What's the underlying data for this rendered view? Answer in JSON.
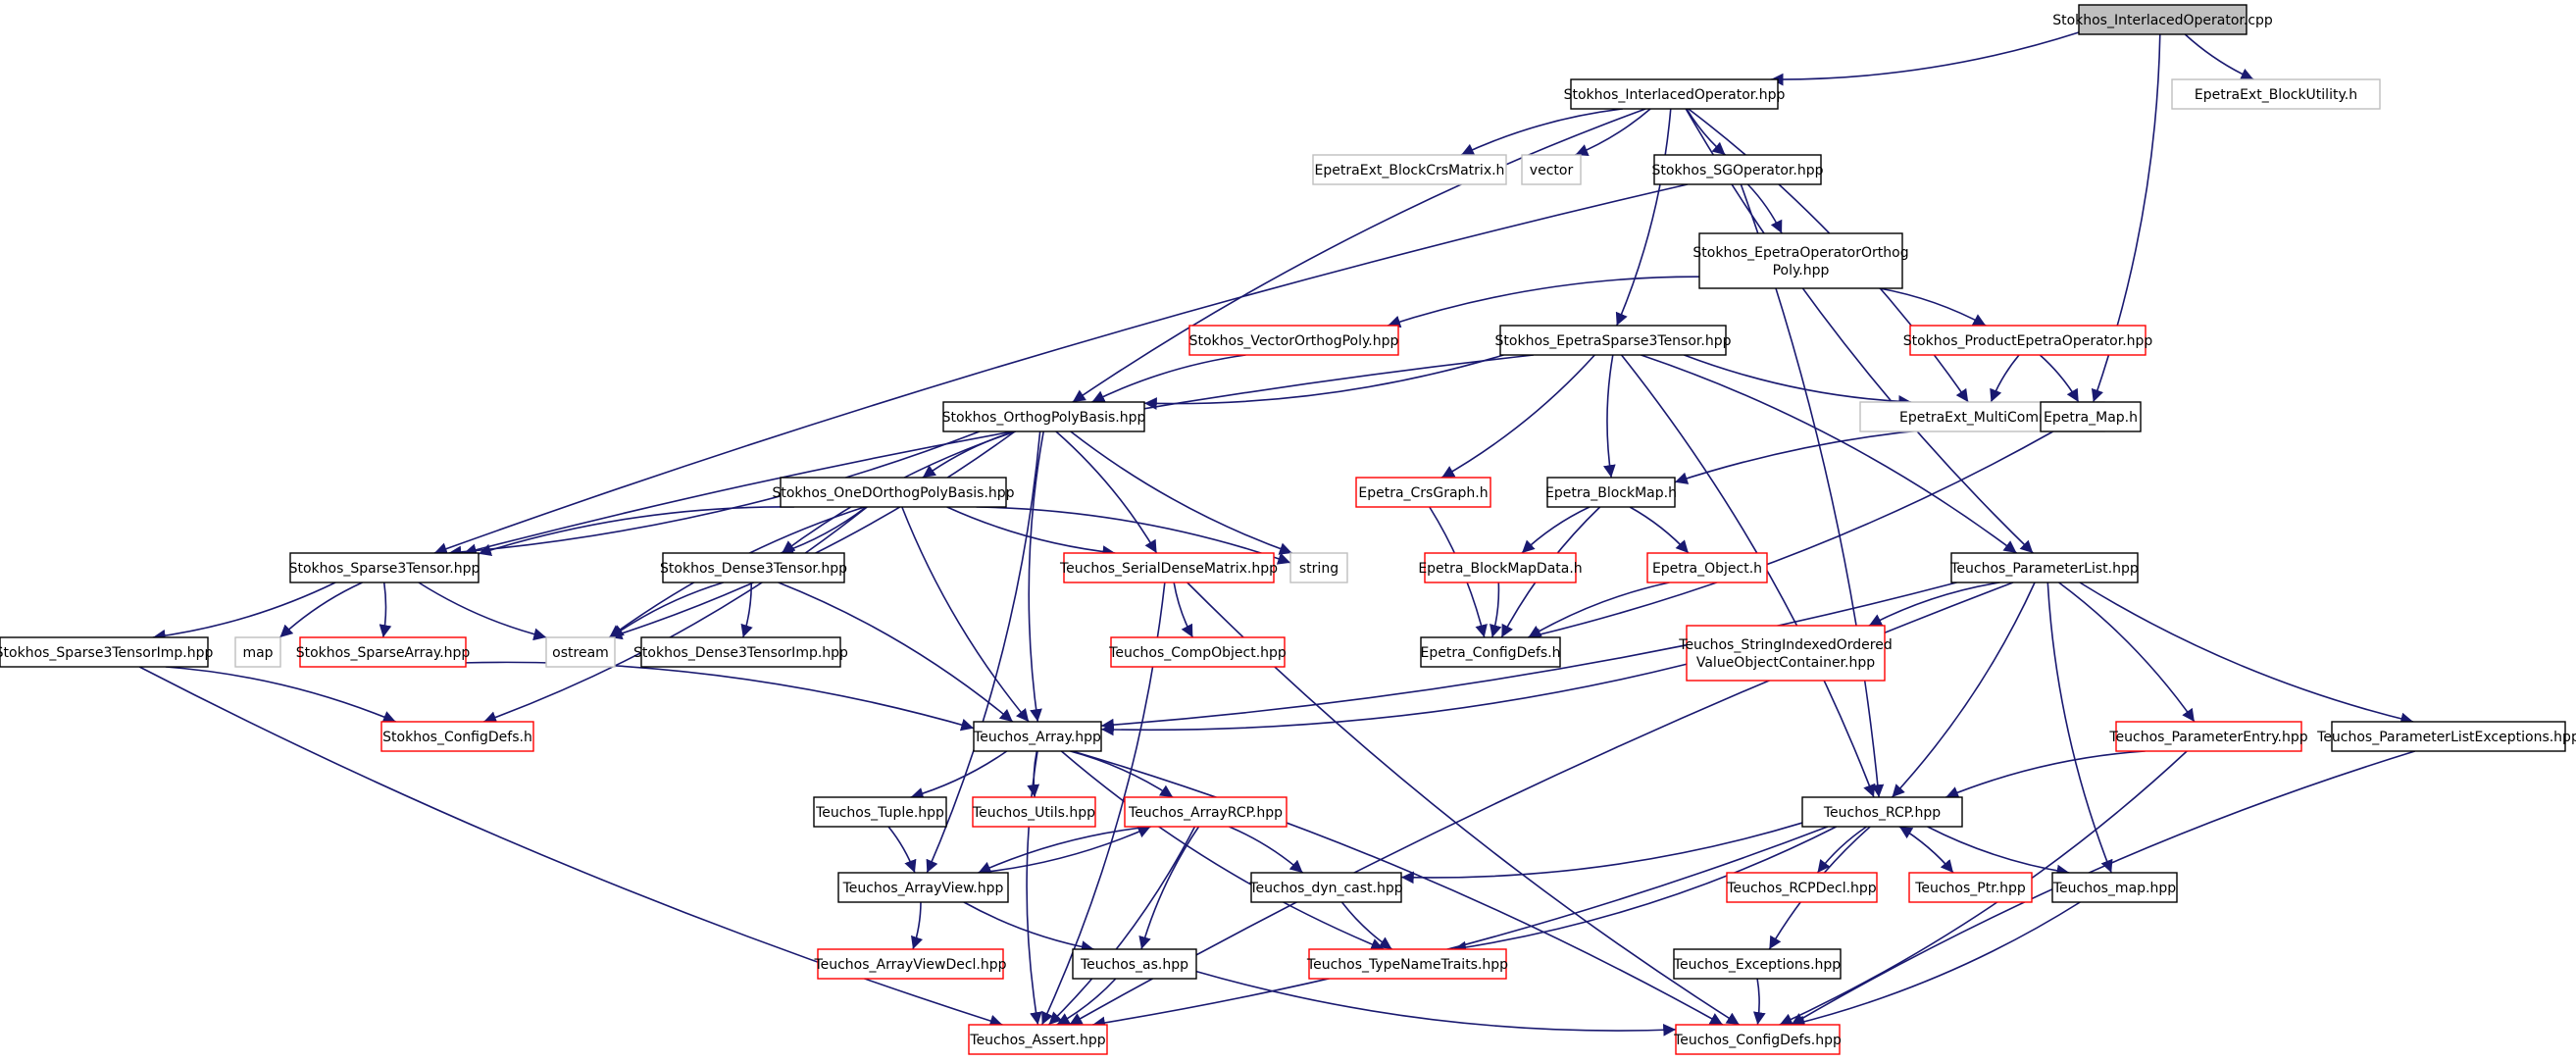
{
  "graph": {
    "nodes": [
      {
        "id": "cpp",
        "lines": [
          "Stokhos_InterlacedOperator.cpp"
        ],
        "style": "root"
      },
      {
        "id": "interlaced_hpp",
        "lines": [
          "Stokhos_InterlacedOperator.hpp"
        ],
        "style": "normal"
      },
      {
        "id": "block_utility",
        "lines": [
          "EpetraExt_BlockUtility.h"
        ],
        "style": "external"
      },
      {
        "id": "blockcrs",
        "lines": [
          "EpetraExt_BlockCrsMatrix.h"
        ],
        "style": "external"
      },
      {
        "id": "vector",
        "lines": [
          "vector"
        ],
        "style": "external"
      },
      {
        "id": "sgop",
        "lines": [
          "Stokhos_SGOperator.hpp"
        ],
        "style": "normal"
      },
      {
        "id": "eoop",
        "lines": [
          "Stokhos_EpetraOperatorOrthog",
          "Poly.hpp"
        ],
        "style": "normal"
      },
      {
        "id": "vop",
        "lines": [
          "Stokhos_VectorOrthogPoly.hpp"
        ],
        "style": "truncated"
      },
      {
        "id": "eps3t",
        "lines": [
          "Stokhos_EpetraSparse3Tensor.hpp"
        ],
        "style": "normal"
      },
      {
        "id": "prodop",
        "lines": [
          "Stokhos_ProductEpetraOperator.hpp"
        ],
        "style": "truncated"
      },
      {
        "id": "opb",
        "lines": [
          "Stokhos_OrthogPolyBasis.hpp"
        ],
        "style": "normal"
      },
      {
        "id": "multicomm",
        "lines": [
          "EpetraExt_MultiComm.h"
        ],
        "style": "external"
      },
      {
        "id": "emap",
        "lines": [
          "Epetra_Map.h"
        ],
        "style": "normal"
      },
      {
        "id": "crsgraph",
        "lines": [
          "Epetra_CrsGraph.h"
        ],
        "style": "truncated"
      },
      {
        "id": "blockmap",
        "lines": [
          "Epetra_BlockMap.h"
        ],
        "style": "normal"
      },
      {
        "id": "oneD",
        "lines": [
          "Stokhos_OneDOrthogPolyBasis.hpp"
        ],
        "style": "normal"
      },
      {
        "id": "s3t",
        "lines": [
          "Stokhos_Sparse3Tensor.hpp"
        ],
        "style": "normal"
      },
      {
        "id": "d3t",
        "lines": [
          "Stokhos_Dense3Tensor.hpp"
        ],
        "style": "normal"
      },
      {
        "id": "sdm",
        "lines": [
          "Teuchos_SerialDenseMatrix.hpp"
        ],
        "style": "truncated"
      },
      {
        "id": "string",
        "lines": [
          "string"
        ],
        "style": "external"
      },
      {
        "id": "bmdata",
        "lines": [
          "Epetra_BlockMapData.h"
        ],
        "style": "truncated"
      },
      {
        "id": "eobject",
        "lines": [
          "Epetra_Object.h"
        ],
        "style": "truncated"
      },
      {
        "id": "plist",
        "lines": [
          "Teuchos_ParameterList.hpp"
        ],
        "style": "normal"
      },
      {
        "id": "s3timp",
        "lines": [
          "Stokhos_Sparse3TensorImp.hpp"
        ],
        "style": "normal"
      },
      {
        "id": "map",
        "lines": [
          "map"
        ],
        "style": "external"
      },
      {
        "id": "sparsearr",
        "lines": [
          "Stokhos_SparseArray.hpp"
        ],
        "style": "truncated"
      },
      {
        "id": "ostream",
        "lines": [
          "ostream"
        ],
        "style": "external"
      },
      {
        "id": "d3timp",
        "lines": [
          "Stokhos_Dense3TensorImp.hpp"
        ],
        "style": "normal"
      },
      {
        "id": "compobj",
        "lines": [
          "Teuchos_CompObject.hpp"
        ],
        "style": "truncated"
      },
      {
        "id": "econfig",
        "lines": [
          "Epetra_ConfigDefs.h"
        ],
        "style": "normal"
      },
      {
        "id": "sioc",
        "lines": [
          "Teuchos_StringIndexedOrdered",
          "ValueObjectContainer.hpp"
        ],
        "style": "truncated"
      },
      {
        "id": "sconfig",
        "lines": [
          "Stokhos_ConfigDefs.h"
        ],
        "style": "truncated"
      },
      {
        "id": "array",
        "lines": [
          "Teuchos_Array.hpp"
        ],
        "style": "normal"
      },
      {
        "id": "pentry",
        "lines": [
          "Teuchos_ParameterEntry.hpp"
        ],
        "style": "truncated"
      },
      {
        "id": "plexc",
        "lines": [
          "Teuchos_ParameterListExceptions.hpp"
        ],
        "style": "normal"
      },
      {
        "id": "tuple",
        "lines": [
          "Teuchos_Tuple.hpp"
        ],
        "style": "normal"
      },
      {
        "id": "utils",
        "lines": [
          "Teuchos_Utils.hpp"
        ],
        "style": "truncated"
      },
      {
        "id": "arcp",
        "lines": [
          "Teuchos_ArrayRCP.hpp"
        ],
        "style": "truncated"
      },
      {
        "id": "rcp",
        "lines": [
          "Teuchos_RCP.hpp"
        ],
        "style": "normal"
      },
      {
        "id": "aview",
        "lines": [
          "Teuchos_ArrayView.hpp"
        ],
        "style": "normal"
      },
      {
        "id": "dyncast",
        "lines": [
          "Teuchos_dyn_cast.hpp"
        ],
        "style": "normal"
      },
      {
        "id": "rcpdecl",
        "lines": [
          "Teuchos_RCPDecl.hpp"
        ],
        "style": "truncated"
      },
      {
        "id": "ptr",
        "lines": [
          "Teuchos_Ptr.hpp"
        ],
        "style": "truncated"
      },
      {
        "id": "tmap",
        "lines": [
          "Teuchos_map.hpp"
        ],
        "style": "normal"
      },
      {
        "id": "avdecl",
        "lines": [
          "Teuchos_ArrayViewDecl.hpp"
        ],
        "style": "truncated"
      },
      {
        "id": "as",
        "lines": [
          "Teuchos_as.hpp"
        ],
        "style": "normal"
      },
      {
        "id": "tnt",
        "lines": [
          "Teuchos_TypeNameTraits.hpp"
        ],
        "style": "truncated"
      },
      {
        "id": "exc",
        "lines": [
          "Teuchos_Exceptions.hpp"
        ],
        "style": "normal"
      },
      {
        "id": "assert",
        "lines": [
          "Teuchos_Assert.hpp"
        ],
        "style": "truncated"
      },
      {
        "id": "tconfig",
        "lines": [
          "Teuchos_ConfigDefs.hpp"
        ],
        "style": "truncated"
      }
    ],
    "edges": [
      [
        "cpp",
        "interlaced_hpp"
      ],
      [
        "cpp",
        "block_utility"
      ],
      [
        "cpp",
        "emap"
      ],
      [
        "interlaced_hpp",
        "blockcrs"
      ],
      [
        "interlaced_hpp",
        "vector"
      ],
      [
        "interlaced_hpp",
        "sgop"
      ],
      [
        "interlaced_hpp",
        "eps3t"
      ],
      [
        "interlaced_hpp",
        "opb"
      ],
      [
        "interlaced_hpp",
        "multicomm"
      ],
      [
        "interlaced_hpp",
        "plist"
      ],
      [
        "sgop",
        "eoop"
      ],
      [
        "sgop",
        "s3t"
      ],
      [
        "sgop",
        "rcp"
      ],
      [
        "eoop",
        "vop"
      ],
      [
        "eoop",
        "prodop"
      ],
      [
        "vop",
        "opb"
      ],
      [
        "eps3t",
        "opb"
      ],
      [
        "eps3t",
        "multicomm"
      ],
      [
        "eps3t",
        "crsgraph"
      ],
      [
        "eps3t",
        "blockmap"
      ],
      [
        "eps3t",
        "plist"
      ],
      [
        "eps3t",
        "s3t"
      ],
      [
        "eps3t",
        "rcp"
      ],
      [
        "prodop",
        "multicomm"
      ],
      [
        "prodop",
        "emap"
      ],
      [
        "emap",
        "blockmap"
      ],
      [
        "emap",
        "econfig"
      ],
      [
        "opb",
        "oneD"
      ],
      [
        "opb",
        "s3t"
      ],
      [
        "opb",
        "d3t"
      ],
      [
        "opb",
        "sdm"
      ],
      [
        "opb",
        "string"
      ],
      [
        "opb",
        "ostream"
      ],
      [
        "opb",
        "array"
      ],
      [
        "opb",
        "aview"
      ],
      [
        "oneD",
        "s3t"
      ],
      [
        "oneD",
        "d3t"
      ],
      [
        "oneD",
        "sdm"
      ],
      [
        "oneD",
        "string"
      ],
      [
        "oneD",
        "ostream"
      ],
      [
        "oneD",
        "sconfig"
      ],
      [
        "oneD",
        "array"
      ],
      [
        "crsgraph",
        "econfig"
      ],
      [
        "blockmap",
        "bmdata"
      ],
      [
        "blockmap",
        "eobject"
      ],
      [
        "blockmap",
        "econfig"
      ],
      [
        "bmdata",
        "econfig"
      ],
      [
        "eobject",
        "econfig"
      ],
      [
        "s3t",
        "s3timp"
      ],
      [
        "s3t",
        "map"
      ],
      [
        "s3t",
        "sparsearr"
      ],
      [
        "s3t",
        "ostream"
      ],
      [
        "d3t",
        "d3timp"
      ],
      [
        "d3t",
        "ostream"
      ],
      [
        "d3t",
        "array"
      ],
      [
        "sdm",
        "compobj"
      ],
      [
        "sdm",
        "assert"
      ],
      [
        "sdm",
        "tconfig"
      ],
      [
        "s3timp",
        "sconfig"
      ],
      [
        "s3timp",
        "assert"
      ],
      [
        "sparsearr",
        "array"
      ],
      [
        "plist",
        "sioc"
      ],
      [
        "plist",
        "pentry"
      ],
      [
        "plist",
        "plexc"
      ],
      [
        "plist",
        "rcp"
      ],
      [
        "plist",
        "tmap"
      ],
      [
        "plist",
        "array"
      ],
      [
        "plist",
        "assert"
      ],
      [
        "sioc",
        "array"
      ],
      [
        "pentry",
        "rcp"
      ],
      [
        "pentry",
        "tconfig"
      ],
      [
        "plexc",
        "tconfig"
      ],
      [
        "array",
        "tuple"
      ],
      [
        "array",
        "utils"
      ],
      [
        "array",
        "arcp"
      ],
      [
        "array",
        "assert"
      ],
      [
        "array",
        "tconfig"
      ],
      [
        "array",
        "tnt"
      ],
      [
        "tuple",
        "aview"
      ],
      [
        "arcp",
        "aview"
      ],
      [
        "arcp",
        "dyncast"
      ],
      [
        "arcp",
        "as"
      ],
      [
        "arcp",
        "assert"
      ],
      [
        "aview",
        "arcp"
      ],
      [
        "aview",
        "avdecl"
      ],
      [
        "aview",
        "as"
      ],
      [
        "rcp",
        "dyncast"
      ],
      [
        "rcp",
        "rcpdecl"
      ],
      [
        "rcp",
        "ptr"
      ],
      [
        "rcp",
        "tmap"
      ],
      [
        "rcp",
        "tnt"
      ],
      [
        "rcp",
        "exc"
      ],
      [
        "rcp",
        "assert"
      ],
      [
        "ptr",
        "rcp"
      ],
      [
        "tmap",
        "tconfig"
      ],
      [
        "dyncast",
        "tnt"
      ],
      [
        "as",
        "assert"
      ],
      [
        "as",
        "tconfig"
      ],
      [
        "exc",
        "tconfig"
      ]
    ],
    "colors": {
      "edge": "#191970",
      "root_fill": "#bfbfbf",
      "normal_border": "#000000",
      "truncated_border": "#ff0000",
      "external_border": "#bfbfbf"
    }
  }
}
